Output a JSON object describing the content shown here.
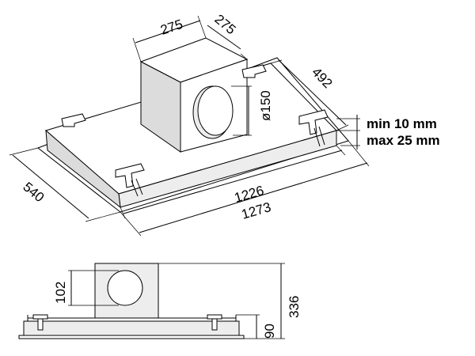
{
  "dimensions": {
    "motor_width": "275",
    "motor_depth": "275",
    "depth_inner": "492",
    "duct_diameter": "ø150",
    "depth_outer": "540",
    "width_inner": "1226",
    "width_outer": "1273",
    "duct_height": "102",
    "total_height": "336",
    "body_height": "90"
  },
  "notes": {
    "min_gap": "min 10 mm",
    "max_gap": "max 25 mm"
  }
}
